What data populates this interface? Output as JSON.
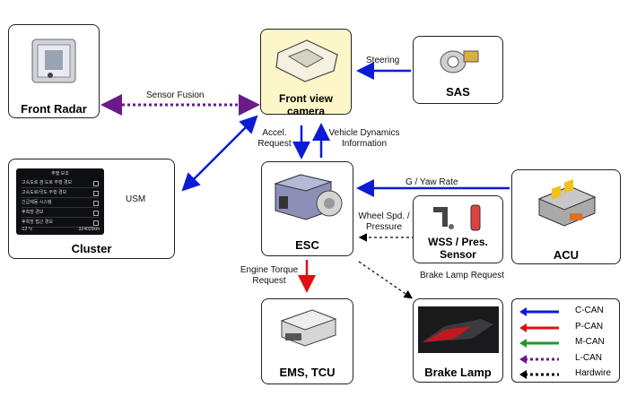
{
  "nodes": {
    "front_radar": "Front Radar",
    "front_camera": "Front view camera",
    "sas": "SAS",
    "cluster": "Cluster",
    "esc": "ESC",
    "acu": "ACU",
    "wss": "WSS / Pres. Sensor",
    "ems": "EMS, TCU",
    "brake_lamp": "Brake Lamp"
  },
  "edges": {
    "sensor_fusion": "Sensor Fusion",
    "steering": "Steering",
    "usm": "USM",
    "accel_request": "Accel. Request",
    "vehicle_dynamics": "Vehicle Dynamics Information",
    "g_yaw_rate": "G / Yaw Rate",
    "wheel_speed": "Wheel Spd. / Pressure",
    "engine_torque": "Engine Torque Request",
    "brake_lamp_request": "Brake Lamp Request"
  },
  "cluster_screen": {
    "title": "주행 보조",
    "items": [
      "고속도로 겸 도로 주행 경보",
      "고속도로/국도 주행 경보",
      "긴급제동 시스템",
      "후측방 경보",
      "후측방 접근 경보"
    ],
    "footer_left": "-12 °c",
    "footer_right": "324025km"
  },
  "legend": [
    {
      "label": "C-CAN",
      "color": "#0b1bd6",
      "style": "solid"
    },
    {
      "label": "P-CAN",
      "color": "#e01010",
      "style": "solid"
    },
    {
      "label": "M-CAN",
      "color": "#1f9a2a",
      "style": "solid"
    },
    {
      "label": "L-CAN",
      "color": "#6a1a8a",
      "style": "dotted"
    },
    {
      "label": "Hardwire",
      "color": "#000000",
      "style": "dotted"
    }
  ]
}
